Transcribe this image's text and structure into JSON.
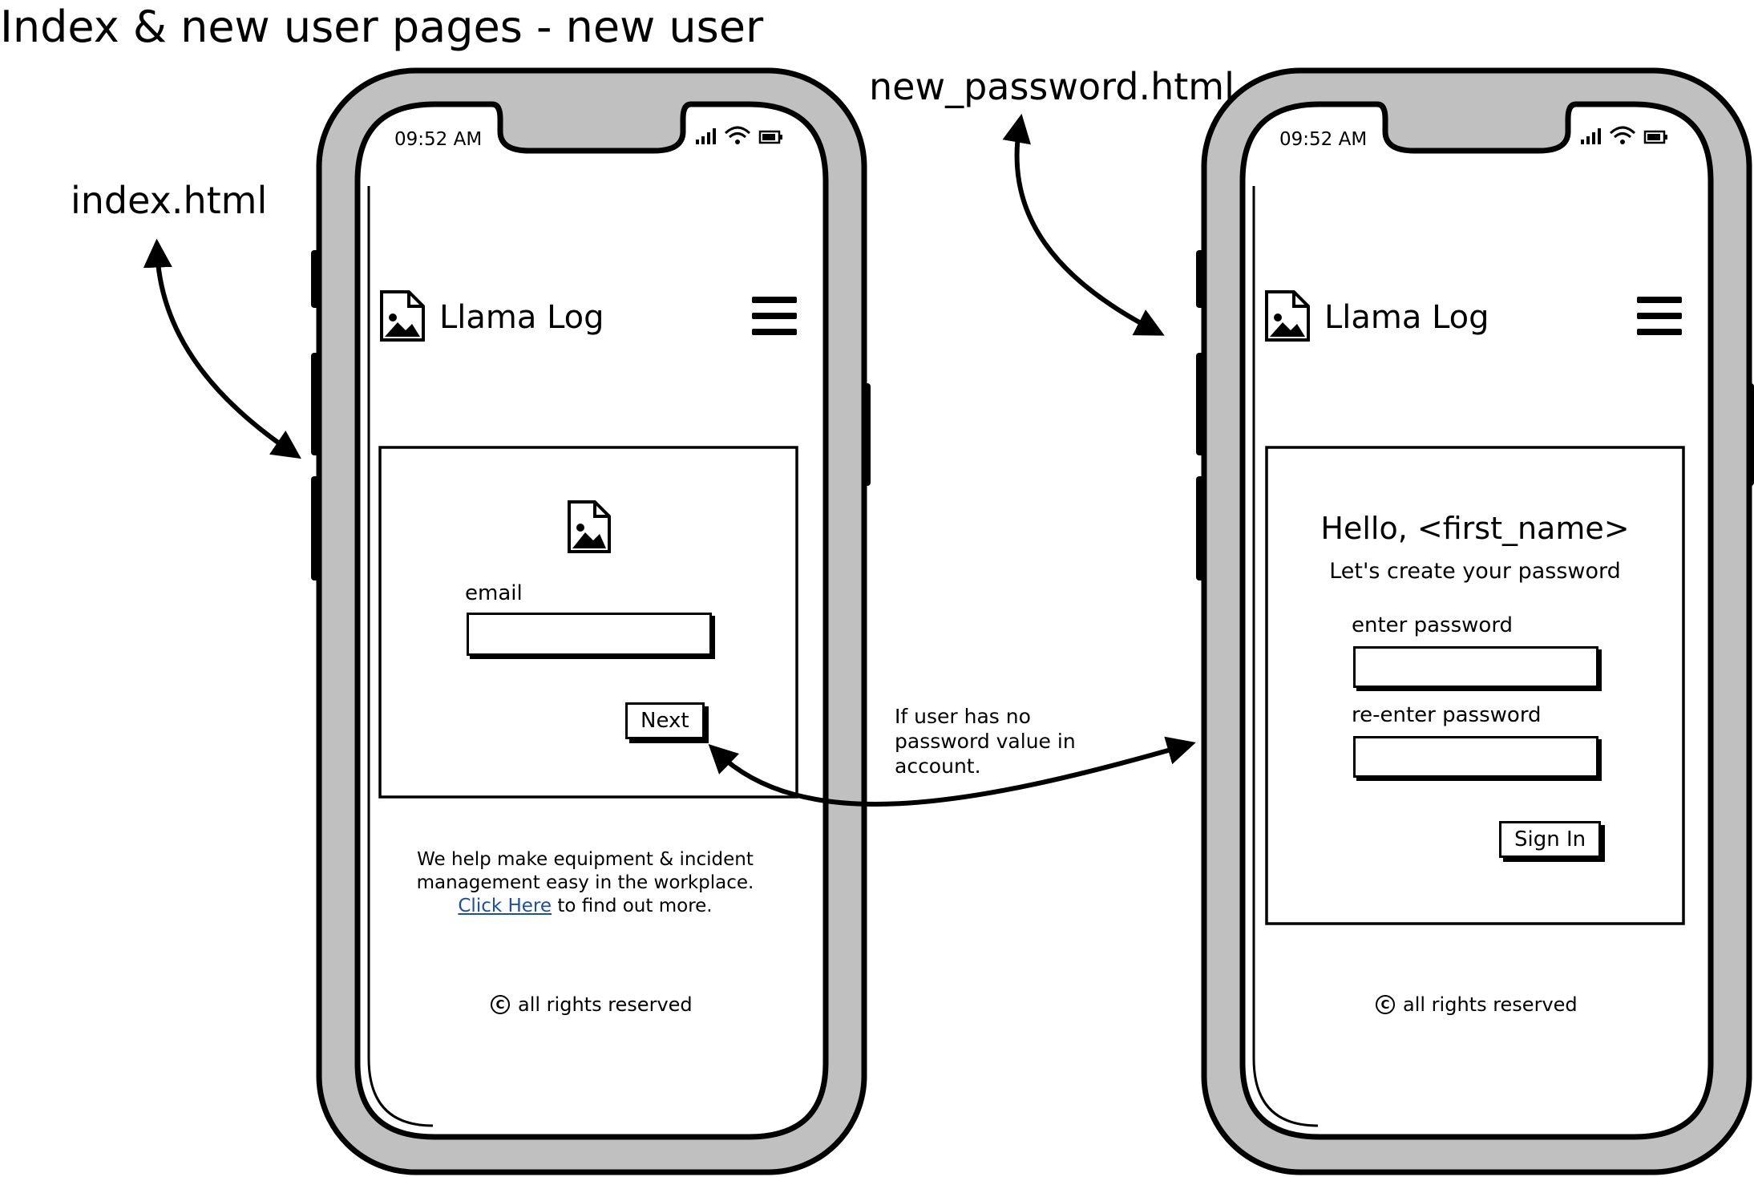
{
  "diagram_title": "Index & new user pages - new user",
  "labels": {
    "index_page": "index.html",
    "new_password_page": "new_password.html",
    "transition_note_line1": "If user has no",
    "transition_note_line2": "password value in",
    "transition_note_line3": "account."
  },
  "index_screen": {
    "status_time": "09:52 AM",
    "app_title": "Llama Log",
    "email_label": "email",
    "next_button": "Next",
    "tagline_line1": "We help make equipment & incident",
    "tagline_line2": "management easy in the workplace.",
    "tagline_link": "Click Here",
    "tagline_line3_rest": "to find out more.",
    "footer": "all rights reserved"
  },
  "new_password_screen": {
    "status_time": "09:52 AM",
    "app_title": "Llama Log",
    "greeting": "Hello, <first_name>",
    "subtitle": "Let's create your password",
    "password_label": "enter password",
    "reenter_label": "re-enter password",
    "sign_in_button": "Sign In",
    "footer": "all rights reserved"
  },
  "colors": {
    "phone_body": "#c0c0c0",
    "stroke": "#000000",
    "link": "#1f4e9a"
  }
}
